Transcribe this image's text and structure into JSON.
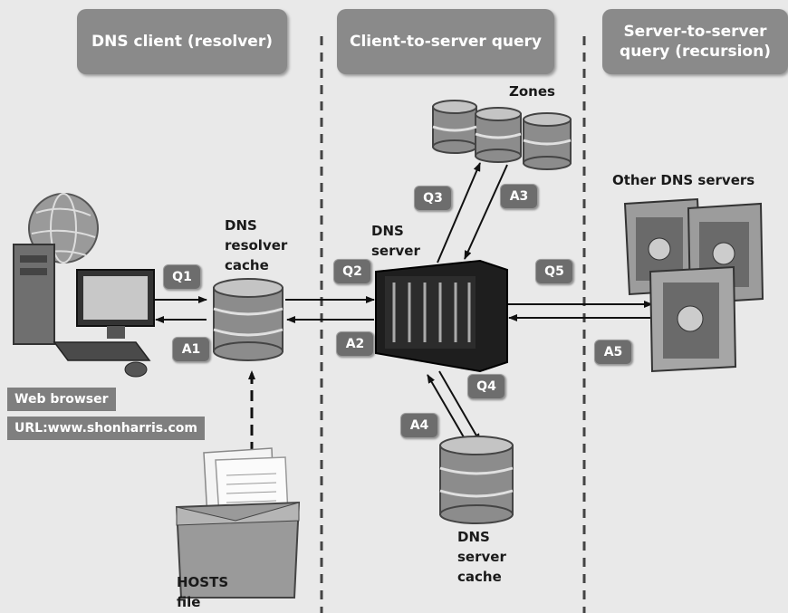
{
  "headers": {
    "client": "DNS client (resolver)",
    "query": "Client-to-server query",
    "recursion": "Server-to-server query (recursion)"
  },
  "labels": {
    "zones": "Zones",
    "other_dns_servers": "Other DNS servers",
    "dns_resolver_cache": "DNS resolver cache",
    "dns_server": "DNS server",
    "dns_server_cache": "DNS server cache",
    "hosts_file": "HOSTS file",
    "web_browser": "Web browser",
    "url": "URL:www.shonharris.com"
  },
  "badges": {
    "q1": "Q1",
    "a1": "A1",
    "q2": "Q2",
    "a2": "A2",
    "q3": "Q3",
    "a3": "A3",
    "q4": "Q4",
    "a4": "A4",
    "q5": "Q5",
    "a5": "A5"
  }
}
